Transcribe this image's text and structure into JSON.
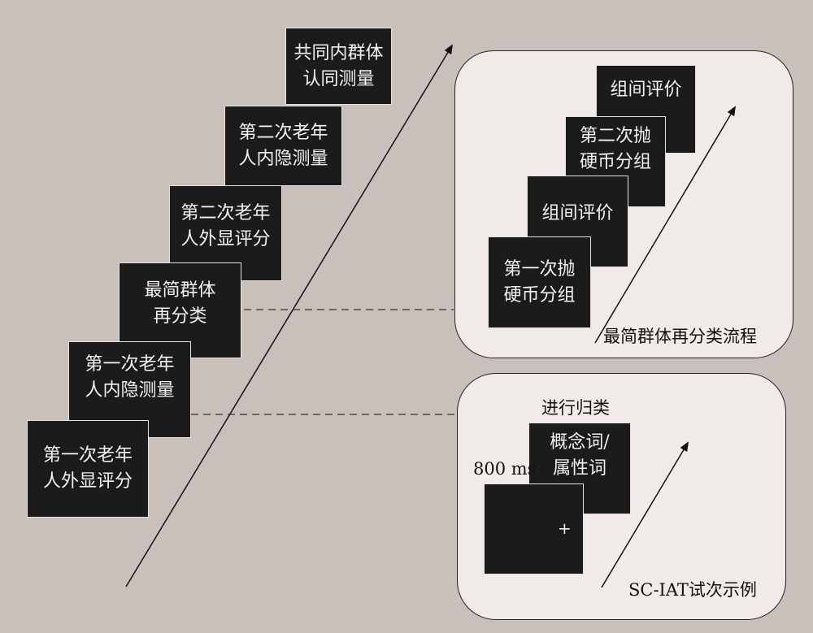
{
  "main_flow": [
    {
      "line1": "共同内群体",
      "line2": "认同测量"
    },
    {
      "line1": "第二次老年",
      "line2": "人内隐测量"
    },
    {
      "line1": "第二次老年",
      "line2": "人外显评分"
    },
    {
      "line1": "最简群体",
      "line2": "再分类"
    },
    {
      "line1": "第一次老年",
      "line2": "人内隐测量"
    },
    {
      "line1": "第一次老年",
      "line2": "人外显评分"
    }
  ],
  "recategorization_panel": {
    "caption": "最简群体再分类流程",
    "steps": [
      {
        "line1": "组间评价",
        "line2": ""
      },
      {
        "line1": "第二次抛",
        "line2": "硬币分组"
      },
      {
        "line1": "组间评价",
        "line2": ""
      },
      {
        "line1": "第一次抛",
        "line2": "硬币分组"
      }
    ]
  },
  "sciat_panel": {
    "caption": "SC-IAT试次示例",
    "classify_label": "进行归类",
    "word_screen": {
      "line1": "概念词/",
      "line2": "属性词"
    },
    "duration_label": "800 ms",
    "fixation": "+"
  }
}
